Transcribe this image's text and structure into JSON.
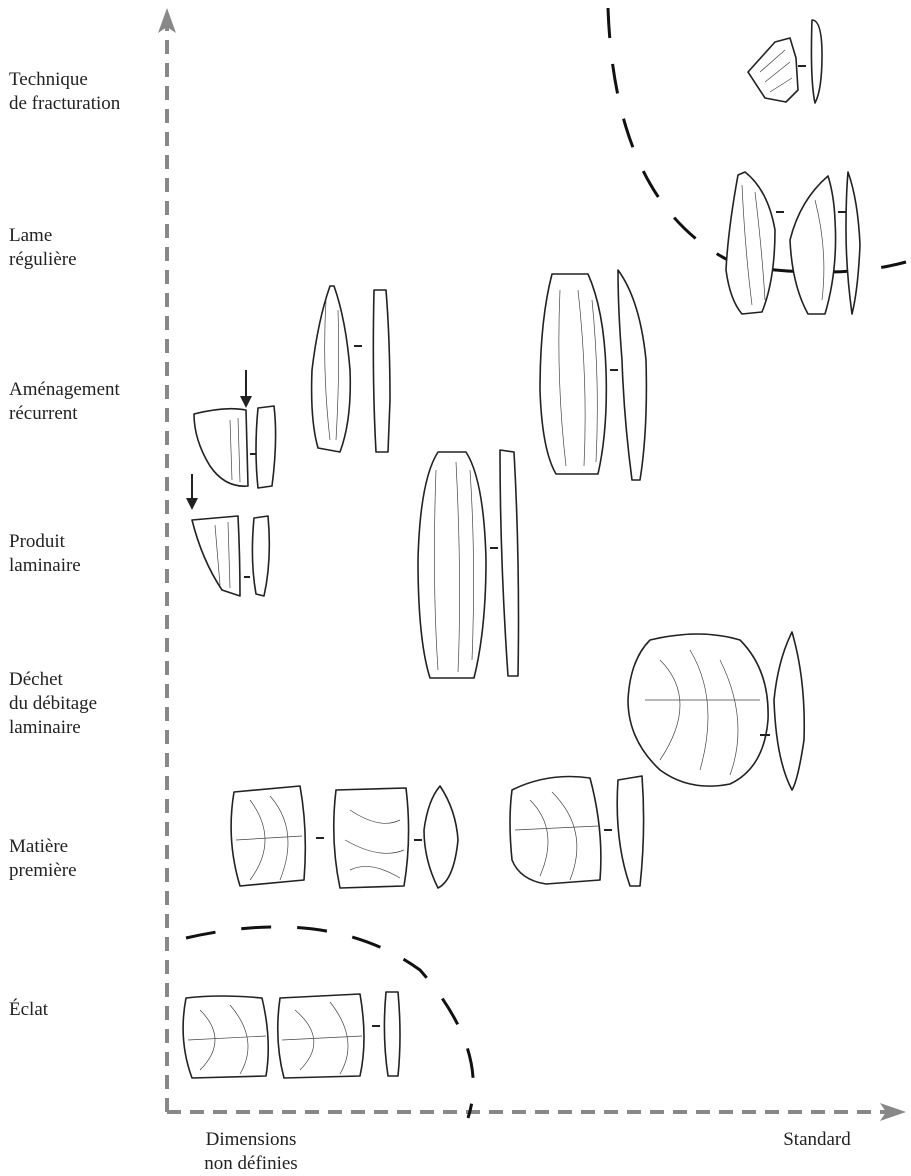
{
  "y_axis": {
    "levels": [
      [
        "Technique",
        "de fracturation"
      ],
      [
        "Lame",
        "régulière"
      ],
      [
        "Aménagement",
        "récurrent"
      ],
      [
        "Produit",
        "laminaire"
      ],
      [
        "Déchet",
        "du débitage",
        "laminaire"
      ],
      [
        "Matière",
        "première"
      ],
      [
        "Éclat"
      ]
    ]
  },
  "x_axis": {
    "start_label": [
      "Dimensions",
      "non définies"
    ],
    "end_label": "Standard"
  },
  "colors": {
    "axis": "#888888",
    "ink": "#222222"
  }
}
